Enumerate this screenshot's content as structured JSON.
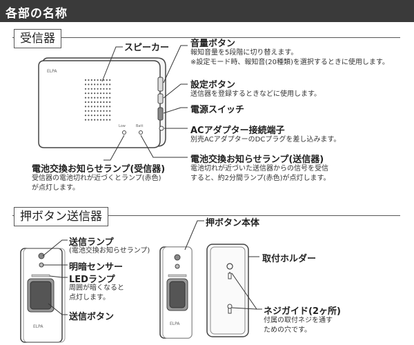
{
  "header": {
    "title": "各部の名称"
  },
  "receiver": {
    "section_label": "受信器",
    "brand": "ELPA",
    "led_marks": [
      "Low",
      "Batt"
    ],
    "speaker": "スピーカー",
    "volume": {
      "title": "音量ボタン",
      "desc1": "報知音量を5段階に切り替えます。",
      "desc2": "※設定モード時、報知音(20種類)を選択するときに使用します。"
    },
    "setting": {
      "title": "設定ボタン",
      "desc": "送信器を登録するときなどに使用します。"
    },
    "power": {
      "title": "電源スイッチ"
    },
    "ac": {
      "title": "ACアダプター接続端子",
      "desc": "別売ACアダプターのDCプラグを差し込みます。"
    },
    "battery_tx": {
      "title": "電池交換お知らせランプ(送信器)",
      "desc1": "電池切れが近づいた送信器からの信号を受信",
      "desc2": "すると、約2分間ランプ(赤色)が点灯します。"
    },
    "battery_rx": {
      "title": "電池交換お知らせランプ(受信器)",
      "desc1": "受信器の電池切れが近づくとランプ(赤色)",
      "desc2": "が点灯します。"
    }
  },
  "transmitter": {
    "section_label": "押ボタン送信器",
    "brand": "ELPA",
    "send_lamp": {
      "title": "送信ランプ",
      "desc": "(電池交換お知らせランプ)"
    },
    "sensor": {
      "title": "明暗センサー"
    },
    "led": {
      "title": "LEDランプ",
      "desc1": "周囲が暗くなると",
      "desc2": "点灯します。"
    },
    "send_button": {
      "title": "送信ボタン"
    },
    "body": {
      "title": "押ボタン本体"
    },
    "holder": {
      "title": "取付ホルダー"
    },
    "screw": {
      "title": "ネジガイド(2ヶ所)",
      "desc1": "付属の取付ネジを通す",
      "desc2": "ための穴です。"
    }
  }
}
